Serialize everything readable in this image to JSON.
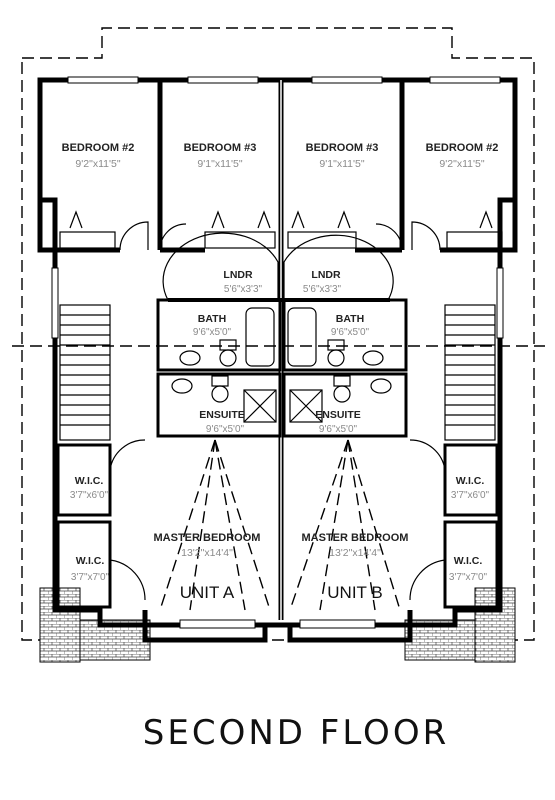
{
  "plan": {
    "title": "SECOND FLOOR",
    "units": [
      {
        "name": "UNIT A",
        "bedroom_2": {
          "label": "BEDROOM #2",
          "size": "9'2\"x11'5\""
        },
        "bedroom_3": {
          "label": "BEDROOM #3",
          "size": "9'1\"x11'5\""
        },
        "laundry": {
          "label": "LNDR",
          "size": "5'6\"x3'3\""
        },
        "bath": {
          "label": "BATH",
          "size": "9'6\"x5'0\""
        },
        "ensuite": {
          "label": "ENSUITE",
          "size": "9'6\"x5'0\""
        },
        "wic_1": {
          "label": "W.I.C.",
          "size": "3'7\"x6'0\""
        },
        "wic_2": {
          "label": "W.I.C.",
          "size": "3'7\"x7'0\""
        },
        "master": {
          "label": "MASTER BEDROOM",
          "size": "13'2\"x14'4\""
        }
      },
      {
        "name": "UNIT B",
        "bedroom_2": {
          "label": "BEDROOM #2",
          "size": "9'2\"x11'5\""
        },
        "bedroom_3": {
          "label": "BEDROOM #3",
          "size": "9'1\"x11'5\""
        },
        "laundry": {
          "label": "LNDR",
          "size": "5'6\"x3'3\""
        },
        "bath": {
          "label": "BATH",
          "size": "9'6\"x5'0\""
        },
        "ensuite": {
          "label": "ENSUITE",
          "size": "9'6\"x5'0\""
        },
        "wic_1": {
          "label": "W.I.C.",
          "size": "3'7\"x6'0\""
        },
        "wic_2": {
          "label": "W.I.C.",
          "size": "3'7\"x7'0\""
        },
        "master": {
          "label": "MASTER BEDROOM",
          "size": "13'2\"x14'4\""
        }
      }
    ]
  }
}
